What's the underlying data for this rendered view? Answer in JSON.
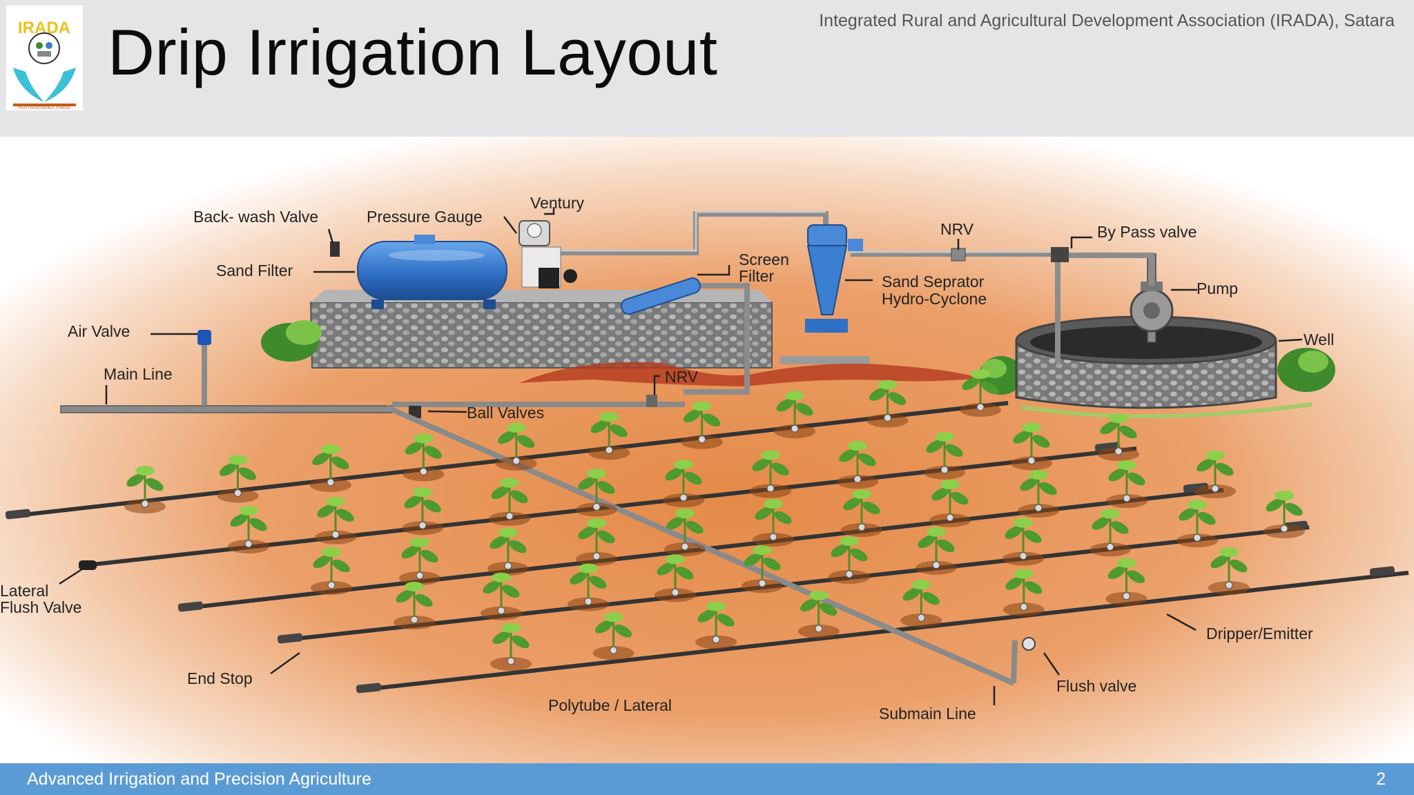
{
  "header": {
    "title": "Drip Irrigation Layout",
    "organization": "Integrated Rural and Agricultural Development Association (IRADA), Satara",
    "logo": {
      "text": "IRADA",
      "tagline": "TRUST RESPONSIBLE CHANGE"
    }
  },
  "diagram": {
    "labels": {
      "backwash_valve": "Back- wash Valve",
      "pressure_gauge": "Pressure Gauge",
      "ventury": "Ventury",
      "screen_filter_1": "Screen",
      "screen_filter_2": "Filter",
      "nrv_top": "NRV",
      "bypass_valve": "By Pass valve",
      "sand_filter": "Sand Filter",
      "sand_separator_1": "Sand Seprator",
      "sand_separator_2": "Hydro-Cyclone",
      "pump": "Pump",
      "air_valve": "Air Valve",
      "well": "Well",
      "main_line": "Main Line",
      "nrv_bottom": "NRV",
      "ball_valves": "Ball Valves",
      "lateral_flush_1": "Lateral",
      "lateral_flush_2": "Flush Valve",
      "dripper_emitter": "Dripper/Emitter",
      "end_stop": "End Stop",
      "flush_valve": "Flush valve",
      "polytube_lateral": "Polytube / Lateral",
      "submain_line": "Submain Line"
    }
  },
  "footer": {
    "text": "Advanced Irrigation and Precision Agriculture",
    "page_number": "2"
  },
  "colors": {
    "header_bg": "#e5e5e7",
    "footer_bg": "#5b9bd5",
    "equipment_blue": "#3a7fd0",
    "soil": "#e6955a"
  }
}
